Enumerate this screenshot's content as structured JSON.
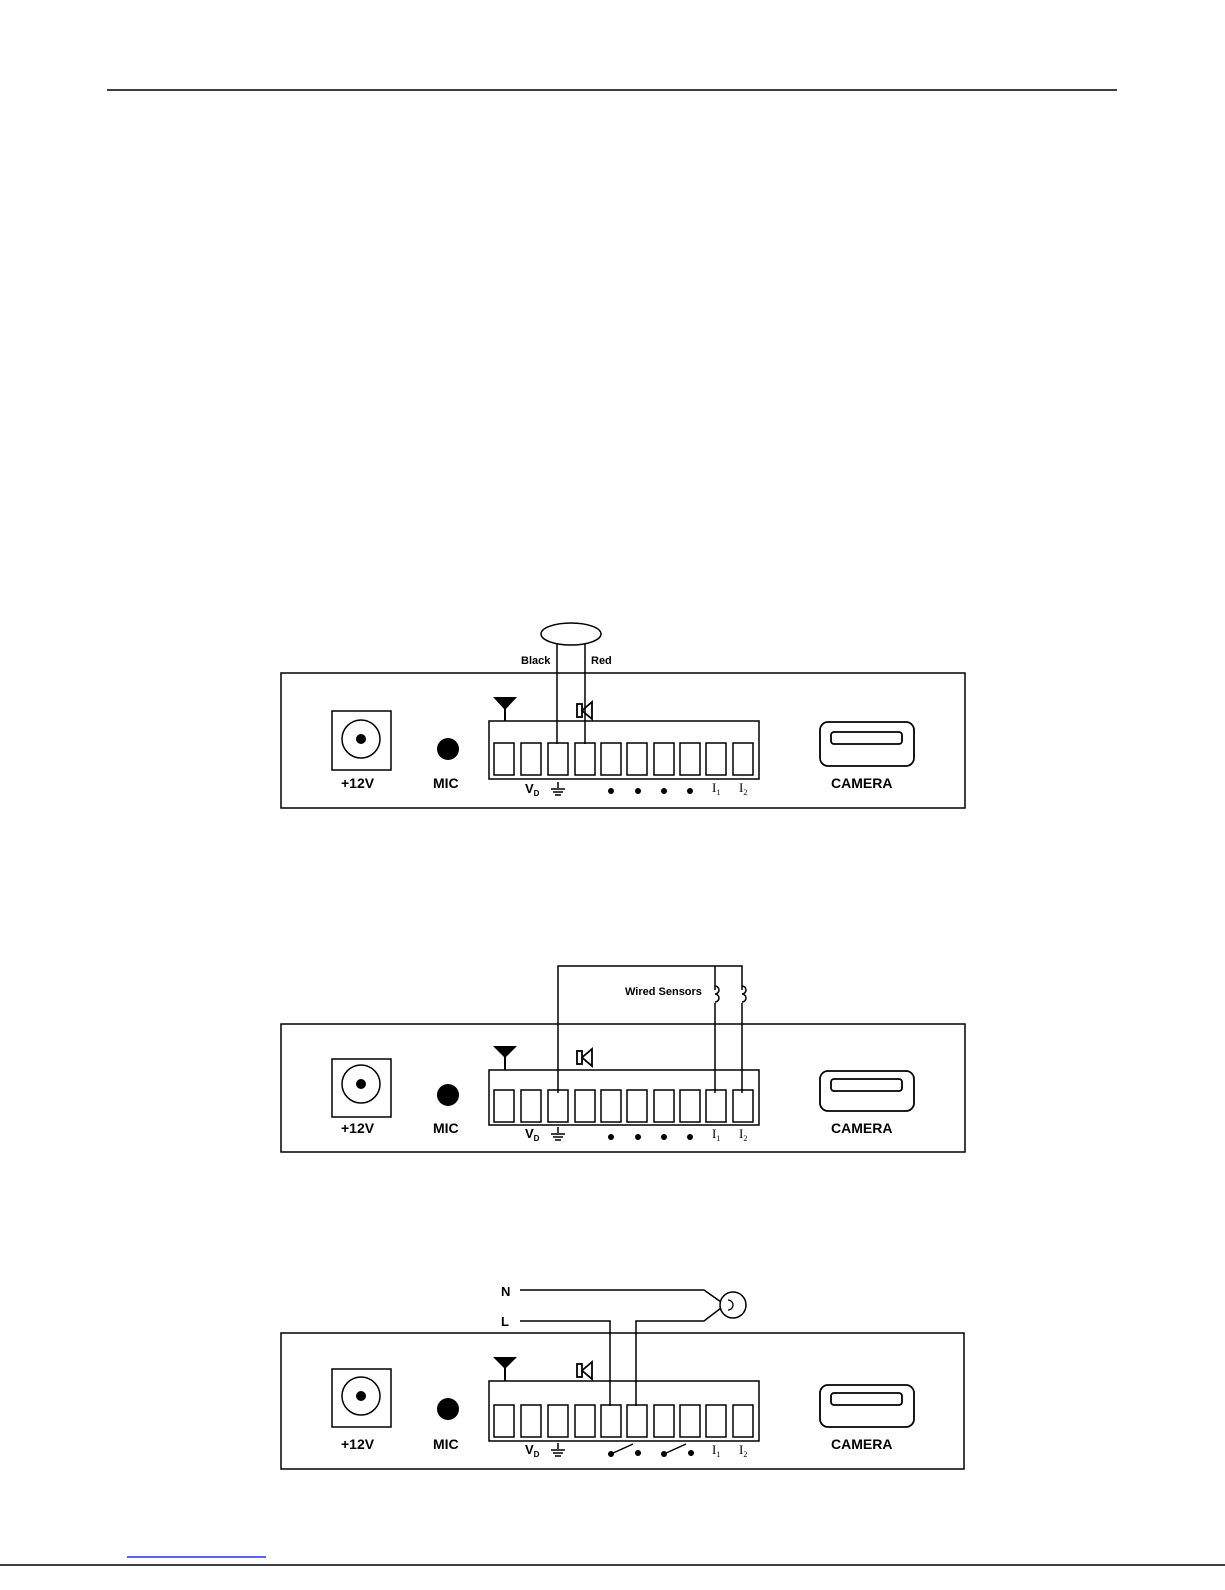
{
  "diagrams": [
    {
      "id": "speaker-wiring",
      "power_label": "+12V",
      "mic_label": "MIC",
      "camera_label": "CAMERA",
      "wire_labels": {
        "left": "Black",
        "right": "Red"
      }
    },
    {
      "id": "wired-sensors-wiring",
      "power_label": "+12V",
      "mic_label": "MIC",
      "camera_label": "CAMERA",
      "sensor_label": "Wired Sensors"
    },
    {
      "id": "relay-lamp-wiring",
      "power_label": "+12V",
      "mic_label": "MIC",
      "camera_label": "CAMERA",
      "line_labels": {
        "neutral": "N",
        "live": "L"
      }
    }
  ],
  "terminal_labels": {
    "vd_main": "V",
    "vd_sub": "D",
    "input1_main": "I",
    "input1_sub": "1",
    "input2_main": "I",
    "input2_sub": "2"
  },
  "icons": [
    "antenna-icon",
    "speaker-icon",
    "ground-icon",
    "dc-jack-icon",
    "microphone-icon",
    "camera-port-icon",
    "relay-switch-icon",
    "lamp-icon",
    "sensor-coil-icon"
  ],
  "colors": {
    "line": "#000000",
    "background": "#ffffff",
    "footer_link": "#0000ee"
  }
}
